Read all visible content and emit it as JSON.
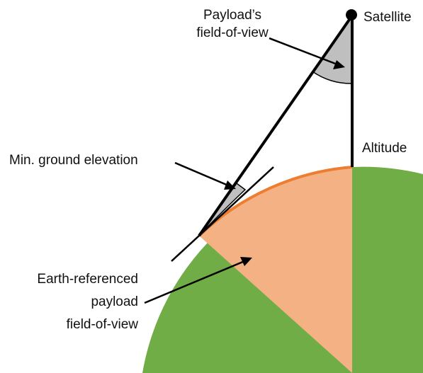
{
  "labels": {
    "satellite": "Satellite",
    "payload_fov": [
      "Payload’s",
      "field-of-view"
    ],
    "altitude": "Altitude",
    "min_elevation": "Min. ground elevation",
    "earth_referenced_fov": [
      "Earth-referenced",
      "payload",
      "field-of-view"
    ]
  },
  "colors": {
    "earth": "#70AD47",
    "earth_fov_region": "#F4B183",
    "visible_horizon_arc": "#ED7D31",
    "angle_wedge": "#BFBFBF",
    "line": "#000000",
    "background": "#FFFFFF"
  }
}
